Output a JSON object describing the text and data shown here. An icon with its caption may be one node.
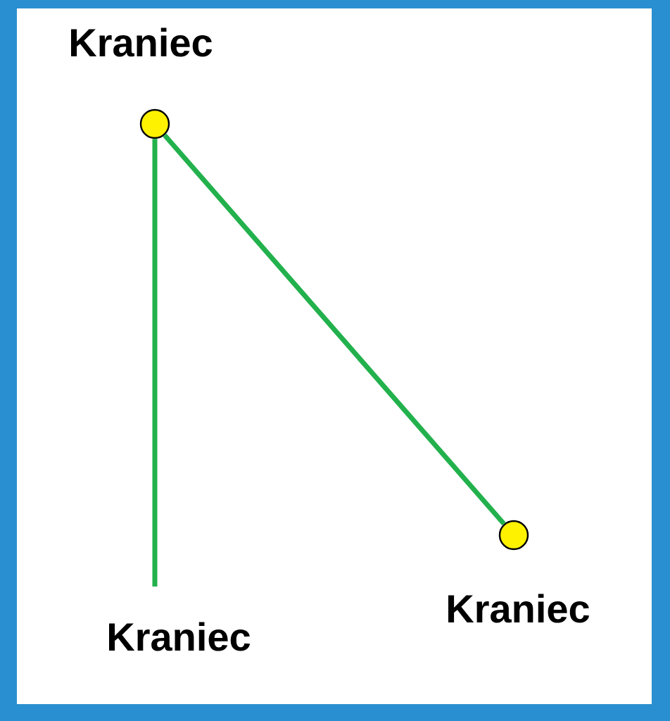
{
  "diagram": {
    "nodes": [
      {
        "text": [
          "Kraniec"
        ]
      },
      {
        "text": [
          "Kraniec"
        ]
      },
      {
        "text": [
          "Kraniec"
        ]
      }
    ],
    "edges": [
      {
        "from": 0,
        "to": 1,
        "arrow": "none",
        "color": "#22b14c"
      },
      {
        "from": 0,
        "to": 2,
        "arrow": "none",
        "color": "#22b14c"
      }
    ]
  }
}
